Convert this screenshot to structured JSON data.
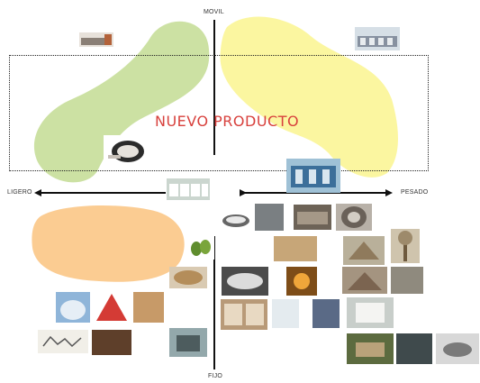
{
  "labels": {
    "top": "MOVIL",
    "bottom": "FIJO",
    "left": "LIGERO",
    "right": "PESADO"
  },
  "title": "NUEVO PRODUCTO",
  "colors": {
    "green_region": "#c9df9e",
    "yellow_region": "#fbf59b",
    "orange_region": "#fbc98c",
    "title": "#d8413d",
    "axis": "#111111"
  },
  "thumbnails": [
    "vehicle-photo",
    "house-row-photo",
    "mobile-pod-photo",
    "blue-structure-photo",
    "white-module-row-photo",
    "pod-render-photo",
    "dark-interior-photo",
    "shelter-photo",
    "tunnel-photo",
    "wood-structure-photo",
    "tent-photo",
    "tower-photo",
    "green-seeds-photo",
    "shell-photo",
    "capsule-photo",
    "orange-light-photo",
    "timber-hut-photo",
    "garden-tent-photo",
    "blue-dome-photo",
    "red-cone-photo",
    "wood-shelf-photo",
    "plan-drawing-photo",
    "interior-dark-photo",
    "cabin-photo",
    "small-plan-photo",
    "interior-cards-photo",
    "blue-bubble-photo",
    "white-pod-photo",
    "tree-house-photo",
    "bike-shelter-photo",
    "hanging-tent-photo",
    "wood-floor-photo"
  ]
}
